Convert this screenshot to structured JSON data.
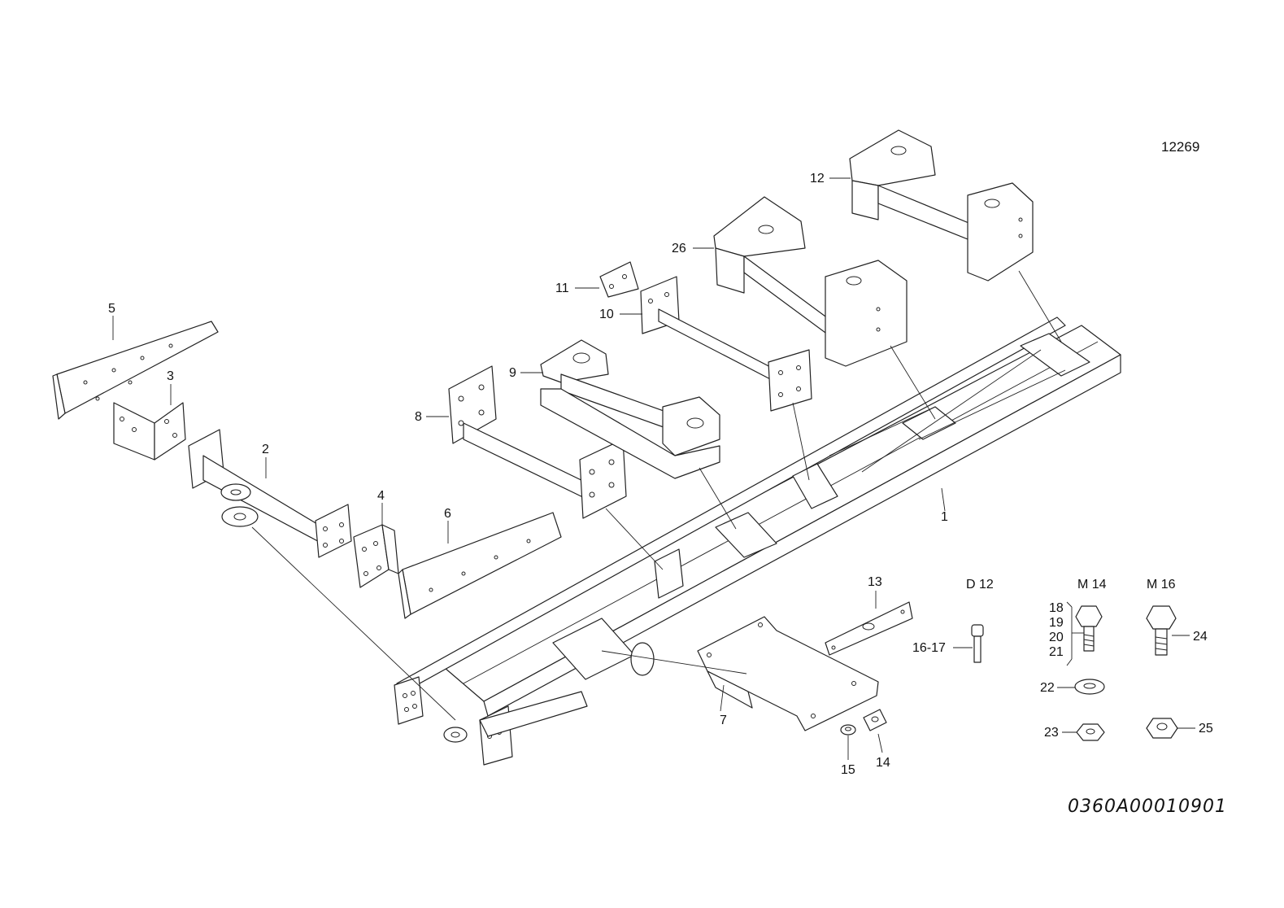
{
  "drawing_ref": "12269",
  "document_number": "0360A00010901",
  "callouts": {
    "c1": "1",
    "c2": "2",
    "c3": "3",
    "c4": "4",
    "c5": "5",
    "c6": "6",
    "c7": "7",
    "c8": "8",
    "c9": "9",
    "c10": "10",
    "c11": "11",
    "c12": "12",
    "c13": "13",
    "c14": "14",
    "c15": "15",
    "c16_17": "16-17",
    "c18": "18",
    "c19": "19",
    "c20": "20",
    "c21": "21",
    "c22": "22",
    "c23": "23",
    "c24": "24",
    "c25": "25",
    "c26": "26"
  },
  "hardware_sizes": {
    "d12": "D 12",
    "m14": "M 14",
    "m16": "M 16"
  }
}
